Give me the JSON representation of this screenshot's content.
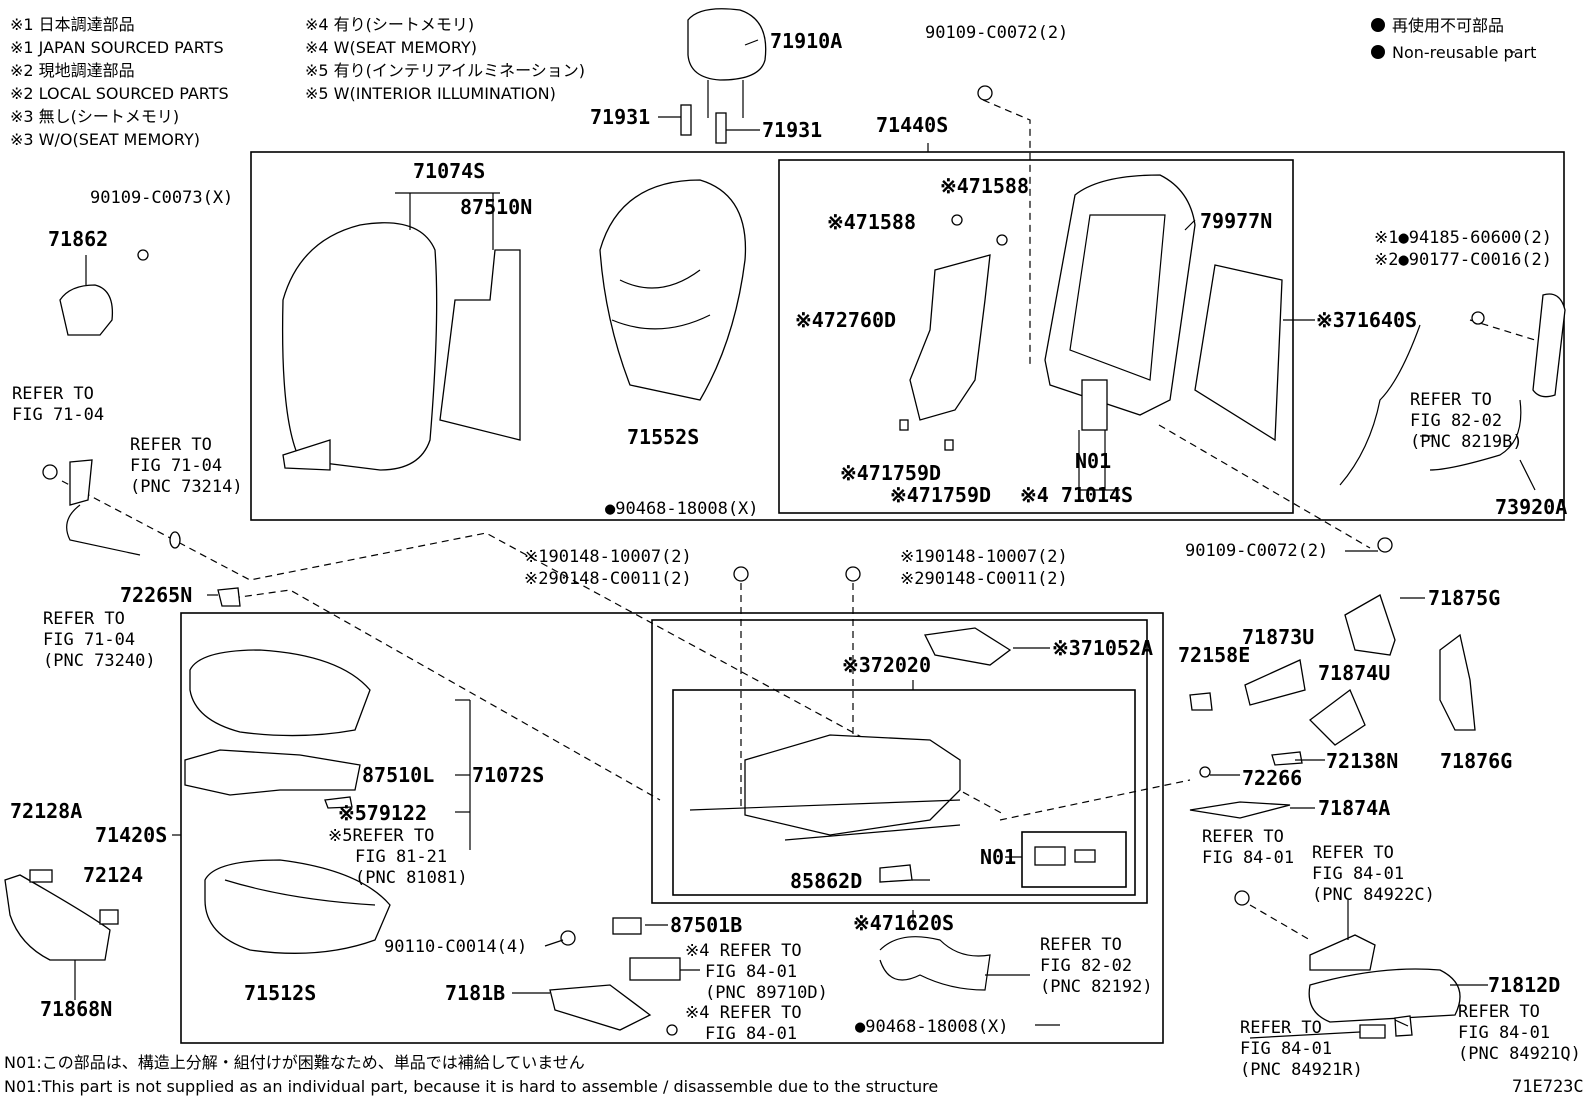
{
  "legend": {
    "notes": [
      "※1 日本調達部品",
      "※1 JAPAN SOURCED PARTS",
      "※2 現地調達部品",
      "※2 LOCAL SOURCED PARTS",
      "※3 無し(シートメモリ)",
      "※3 W/O(SEAT MEMORY)",
      "※4 有り(シートメモリ)",
      "※4 W(SEAT MEMORY)",
      "※5 有り(インテリアイルミネーション)",
      "※5 W(INTERIOR ILLUMINATION)"
    ],
    "nonreusable_jp": "再使用不可部品",
    "nonreusable_en": "Non-reusable part"
  },
  "labels": {
    "l71910A": "71910A",
    "l71931a": "71931",
    "l71931b": "71931",
    "l90109_top": "90109-C0072(2)",
    "l71440S": "71440S",
    "l71074S": "71074S",
    "l87510N": "87510N",
    "l90109_73": "90109-C0073(X)",
    "l71862": "71862",
    "l71588a": "※471588",
    "l71588b": "※471588",
    "l72760D": "※472760D",
    "l79977N": "79977N",
    "l71640S": "※371640S",
    "l94185": "※1●94185-60600(2)",
    "l90177": "※2●90177-C0016(2)",
    "l71552S": "71552S",
    "l90468a": "●90468-18008(X)",
    "l71759Da": "※471759D",
    "l71759Db": "※471759D",
    "lN01a": "N01",
    "l71014S": "※4 71014S",
    "l73920A": "73920A",
    "l90109_bot": "90109-C0072(2)",
    "l90148a1": "※190148-10007(2)",
    "l90148a2": "※290148-C0011(2)",
    "l90148b1": "※190148-10007(2)",
    "l90148b2": "※290148-C0011(2)",
    "l72265N": "72265N",
    "l71052A": "※371052A",
    "l72020": "※372020",
    "l71875G": "71875G",
    "l72158E": "72158E",
    "l71873U": "71873U",
    "l71874U": "71874U",
    "l71876G": "71876G",
    "l72138N": "72138N",
    "l72266": "72266",
    "l71874A": "71874A",
    "l87510L": "87510L",
    "l71072S": "71072S",
    "l79122": "※579122",
    "l71420S": "71420S",
    "l72128A": "72128A",
    "l72124": "72124",
    "l71868N": "71868N",
    "l85862D": "85862D",
    "lN01b": "N01",
    "l71620S": "※471620S",
    "l87501B": "87501B",
    "l90110": "90110-C0014(4)",
    "l71512S": "71512S",
    "l7181B": "7181B",
    "l90468b": "●90468-18008(X)",
    "l71812D": "71812D",
    "footer_code": "71E723C"
  },
  "refers": {
    "r1": [
      "REFER TO",
      "FIG 71-04"
    ],
    "r2": [
      "REFER TO",
      "FIG 71-04",
      "(PNC 73214)"
    ],
    "r3": [
      "REFER TO",
      "FIG 82-02",
      "(PNC 8219B)"
    ],
    "r4": [
      "REFER TO",
      "FIG 71-04",
      "(PNC 73240)"
    ],
    "r5": [
      "※5REFER TO",
      "FIG 81-21",
      "(PNC 81081)"
    ],
    "r6": [
      "※4 REFER TO",
      "FIG 84-01",
      "(PNC 89710D)"
    ],
    "r7": [
      "※4 REFER TO",
      "FIG 84-01"
    ],
    "r8": [
      "REFER TO",
      "FIG 82-02",
      "(PNC 82192)"
    ],
    "r9": [
      "REFER TO",
      "FIG 84-01"
    ],
    "r10": [
      "REFER TO",
      "FIG 84-01",
      "(PNC 84922C)"
    ],
    "r11": [
      "REFER TO",
      "FIG 84-01",
      "(PNC 84921R)"
    ],
    "r12": [
      "REFER TO",
      "FIG 84-01",
      "(PNC 84921Q)"
    ]
  },
  "footer": {
    "jp": "N01:この部品は、構造上分解・組付けが困難なため、単品では補給していません",
    "en": "N01:This part is not supplied as an individual part, because it is hard to assemble / disassemble due to the structure"
  }
}
